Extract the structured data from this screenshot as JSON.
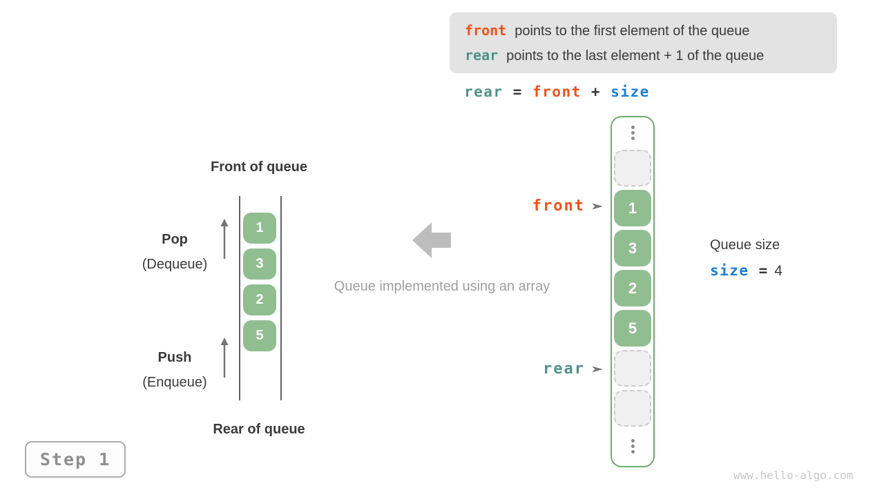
{
  "info_box": {
    "lines": [
      {
        "code": "front",
        "text": "points to the first element of the queue"
      },
      {
        "code": "rear",
        "text": "points to the last element + 1 of the queue"
      }
    ]
  },
  "equation": {
    "rear": "rear",
    "eq": " = ",
    "front": "front",
    "plus": " + ",
    "size": "size"
  },
  "left_queue": {
    "front_label": "Front of queue",
    "rear_label": "Rear of queue",
    "pop_label": "Pop",
    "pop_sublabel": "(Dequeue)",
    "push_label": "Push",
    "push_sublabel": "(Enqueue)",
    "values": [
      "1",
      "3",
      "2",
      "5"
    ]
  },
  "middle": {
    "caption": "Queue implemented using an array"
  },
  "right_array": {
    "front_pointer": "front",
    "rear_pointer": "rear",
    "values": [
      "1",
      "3",
      "2",
      "5"
    ]
  },
  "queue_size": {
    "title": "Queue size",
    "code": "size",
    "equals": "=",
    "value": "4"
  },
  "step_badge": {
    "label": "Step 1"
  },
  "watermark": "www.hello-algo.com",
  "colors": {
    "orange": "#f0521a",
    "teal": "#4e9287",
    "blue": "#1c7fd8",
    "green": "#91be91",
    "green_border": "#6bad6b",
    "dark": "#3a3a3a",
    "gray_caption": "#9e9e9e",
    "infobox_bg": "#e3e3e3",
    "empty_bg": "#f0f0f0",
    "empty_border": "#cbcbcb",
    "line": "#616161",
    "dot": "#8a8a8a",
    "arrow_thin": "#757575",
    "arrow_big": "#bdbdbd",
    "badge_border": "#ababab",
    "badge_text": "#8e8e8e",
    "watermark": "#c8c8c8"
  }
}
